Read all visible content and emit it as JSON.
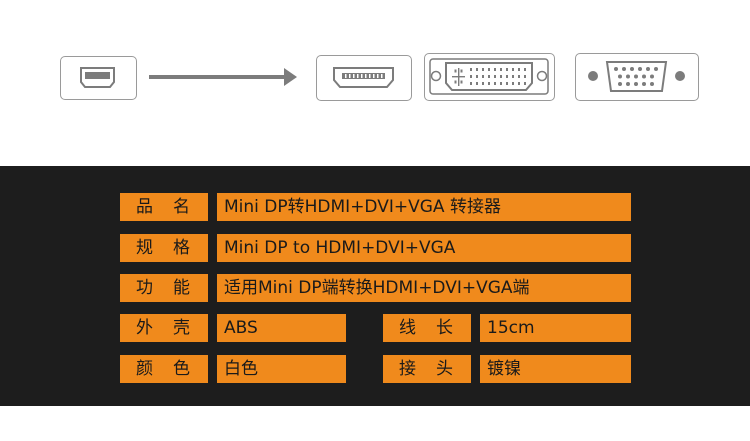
{
  "table": {
    "rows": [
      {
        "label_a": "品",
        "label_b": "名",
        "value": "Mini DP转HDMI+DVI+VGA 转接器"
      },
      {
        "label_a": "规",
        "label_b": "格",
        "value": "Mini DP to HDMI+DVI+VGA"
      },
      {
        "label_a": "功",
        "label_b": "能",
        "value": "适用Mini DP端转换HDMI+DVI+VGA端"
      },
      {
        "label_a": "外",
        "label_b": "壳",
        "value": "ABS",
        "label2_a": "线",
        "label2_b": "长",
        "value2": "15cm"
      },
      {
        "label_a": "颜",
        "label_b": "色",
        "value": "白色",
        "label2_a": "接",
        "label2_b": "头",
        "value2": "镀镍"
      }
    ]
  },
  "icons": {
    "source": "mini-displayport-icon",
    "arrow": "arrow-right-icon",
    "outputs": [
      "hdmi-port-icon",
      "dvi-port-icon",
      "vga-port-icon"
    ]
  },
  "colors": {
    "accent": "#f08a1c",
    "panel": "#1d1d1d",
    "outline": "#9a9a9a",
    "arrow": "#7c7c7c"
  }
}
